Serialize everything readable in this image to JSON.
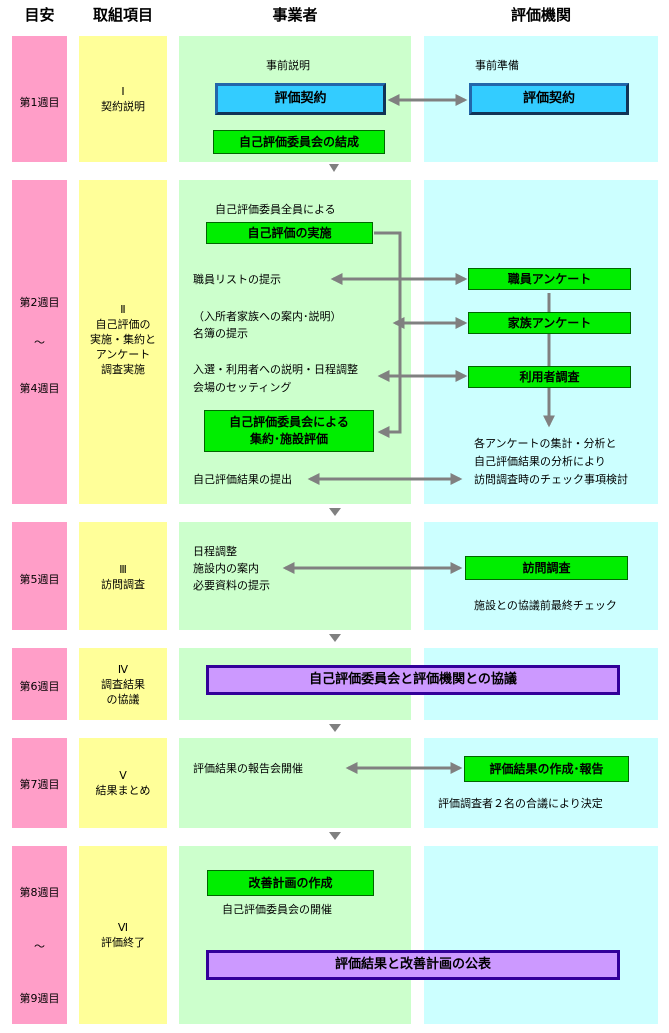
{
  "headers": {
    "guide": "目安",
    "item": "取組項目",
    "operator": "事業者",
    "evaluator": "評価機関"
  },
  "weeks": {
    "w1": "第1週目",
    "w2": "第2週目",
    "tilde1": "〜",
    "w4": "第4週目",
    "w5": "第5週目",
    "w6": "第6週目",
    "w7": "第7週目",
    "w8": "第8週目",
    "tilde2": "〜",
    "w9": "第9週目"
  },
  "items": {
    "s1_num": "Ⅰ",
    "s1_l1": "契約説明",
    "s2_num": "Ⅱ",
    "s2_l1": "自己評価の",
    "s2_l2": "実施・集約と",
    "s2_l3": "アンケート",
    "s2_l4": "調査実施",
    "s3_num": "Ⅲ",
    "s3_l1": "訪問調査",
    "s4_num": "Ⅳ",
    "s4_l1": "調査結果",
    "s4_l2": "の協議",
    "s5_num": "Ⅴ",
    "s5_l1": "結果まとめ",
    "s6_num": "Ⅵ",
    "s6_l1": "評価終了"
  },
  "s1": {
    "op_note": "事前説明",
    "ev_note": "事前準備",
    "op_contract": "評価契約",
    "ev_contract": "評価契約",
    "committee": "自己評価委員会の結成"
  },
  "s2": {
    "all_members": "自己評価委員全員による",
    "implement": "自己評価の実施",
    "staff_list": "職員リストの提示",
    "family_l1": "（入所者家族への案内･説明）",
    "family_l2": "名簿の提示",
    "user_l1": "入選・利用者への説明・日程調整",
    "user_l2": "会場のセッティング",
    "aggregate_l1": "自己評価委員会による",
    "aggregate_l2": "集約･施設評価",
    "submit": "自己評価結果の提出",
    "staff_survey": "職員アンケート",
    "family_survey": "家族アンケート",
    "user_survey": "利用者調査",
    "analysis_l1": "各アンケートの集計・分析と",
    "analysis_l2": "自己評価結果の分析により",
    "analysis_l3": "訪問調査時のチェック事項検討"
  },
  "s3": {
    "l1": "日程調整",
    "l2": "施設内の案内",
    "l3": "必要資料の提示",
    "visit": "訪問調査",
    "final_check": "施設との協議前最終チェック"
  },
  "s4": {
    "discussion": "自己評価委員会と評価機関との協議"
  },
  "s5": {
    "report_meeting": "評価結果の報告会開催",
    "make_report": "評価結果の作成･報告",
    "decision": "評価調査者２名の合議により決定"
  },
  "s6": {
    "improve_plan": "改善計画の作成",
    "committee_meeting": "自己評価委員会の開催",
    "publish": "評価結果と改善計画の公表"
  },
  "colors": {
    "pink": "#ff9ec8",
    "yellow": "#ffff99",
    "green": "#ccffcc",
    "cyan": "#ccffff",
    "box_green": "#00ee00",
    "box_blue": "#33ccff",
    "box_purple": "#cc99ff",
    "arrow": "#808080"
  }
}
